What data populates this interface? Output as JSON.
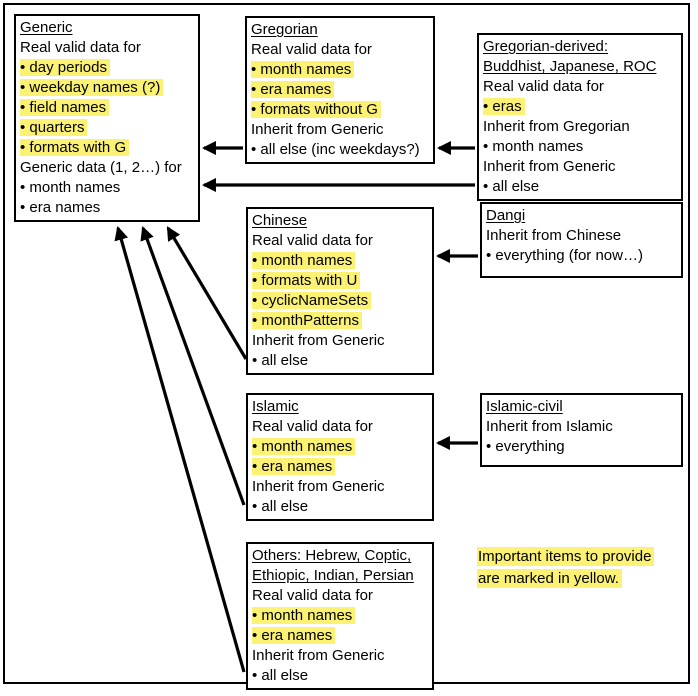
{
  "colors": {
    "highlight": "#FBF173",
    "line": "#000000",
    "border": "#000000",
    "background": "#FFFFFF"
  },
  "boxes": {
    "generic": {
      "title": "Generic",
      "lines": [
        "Real valid data for",
        "• day periods",
        "• weekday names (?)",
        "• field names",
        "• quarters",
        "• formats with G",
        "Generic data (1, 2…) for",
        "• month names",
        "• era names"
      ]
    },
    "gregorian": {
      "title": "Gregorian",
      "lines": [
        "Real valid data for",
        "• month names",
        "• era names",
        "• formats without G",
        "Inherit from Generic",
        "• all else (inc weekdays?)"
      ]
    },
    "gregorian_derived": {
      "title1": "Gregorian-derived:",
      "title2": "Buddhist, Japanese, ROC",
      "lines": [
        "Real valid data for",
        "• eras",
        "Inherit from Gregorian",
        "• month names",
        "Inherit from Generic",
        "• all else"
      ]
    },
    "chinese": {
      "title": "Chinese",
      "lines": [
        "Real valid data for",
        "• month names",
        "• formats with U",
        "• cyclicNameSets",
        "• monthPatterns",
        "Inherit from Generic",
        "• all else"
      ]
    },
    "dangi": {
      "title": "Dangi",
      "lines": [
        "Inherit from Chinese",
        "• everything (for now…)"
      ]
    },
    "islamic": {
      "title": "Islamic",
      "lines": [
        "Real valid data for",
        "• month names",
        "• era names",
        "Inherit from Generic",
        "• all else"
      ]
    },
    "islamic_civil": {
      "title": "Islamic-civil",
      "lines": [
        "Inherit from Islamic",
        "• everything"
      ]
    },
    "others": {
      "title1": "Others: Hebrew, Coptic,",
      "title2": "Ethiopic, Indian, Persian",
      "lines": [
        "Real valid data for",
        "• month names",
        "• era names",
        "Inherit from Generic",
        "• all else"
      ]
    }
  },
  "note": {
    "line1": "Important items to provide",
    "line2": "are marked in yellow."
  },
  "edges": [
    {
      "from": "gregorian",
      "to": "generic"
    },
    {
      "from": "gregorian-derived",
      "to": "gregorian"
    },
    {
      "from": "gregorian-derived",
      "to": "generic"
    },
    {
      "from": "dangi",
      "to": "chinese"
    },
    {
      "from": "islamic-civil",
      "to": "islamic"
    },
    {
      "from": "chinese",
      "to": "generic"
    },
    {
      "from": "islamic",
      "to": "generic"
    },
    {
      "from": "others",
      "to": "generic"
    }
  ]
}
